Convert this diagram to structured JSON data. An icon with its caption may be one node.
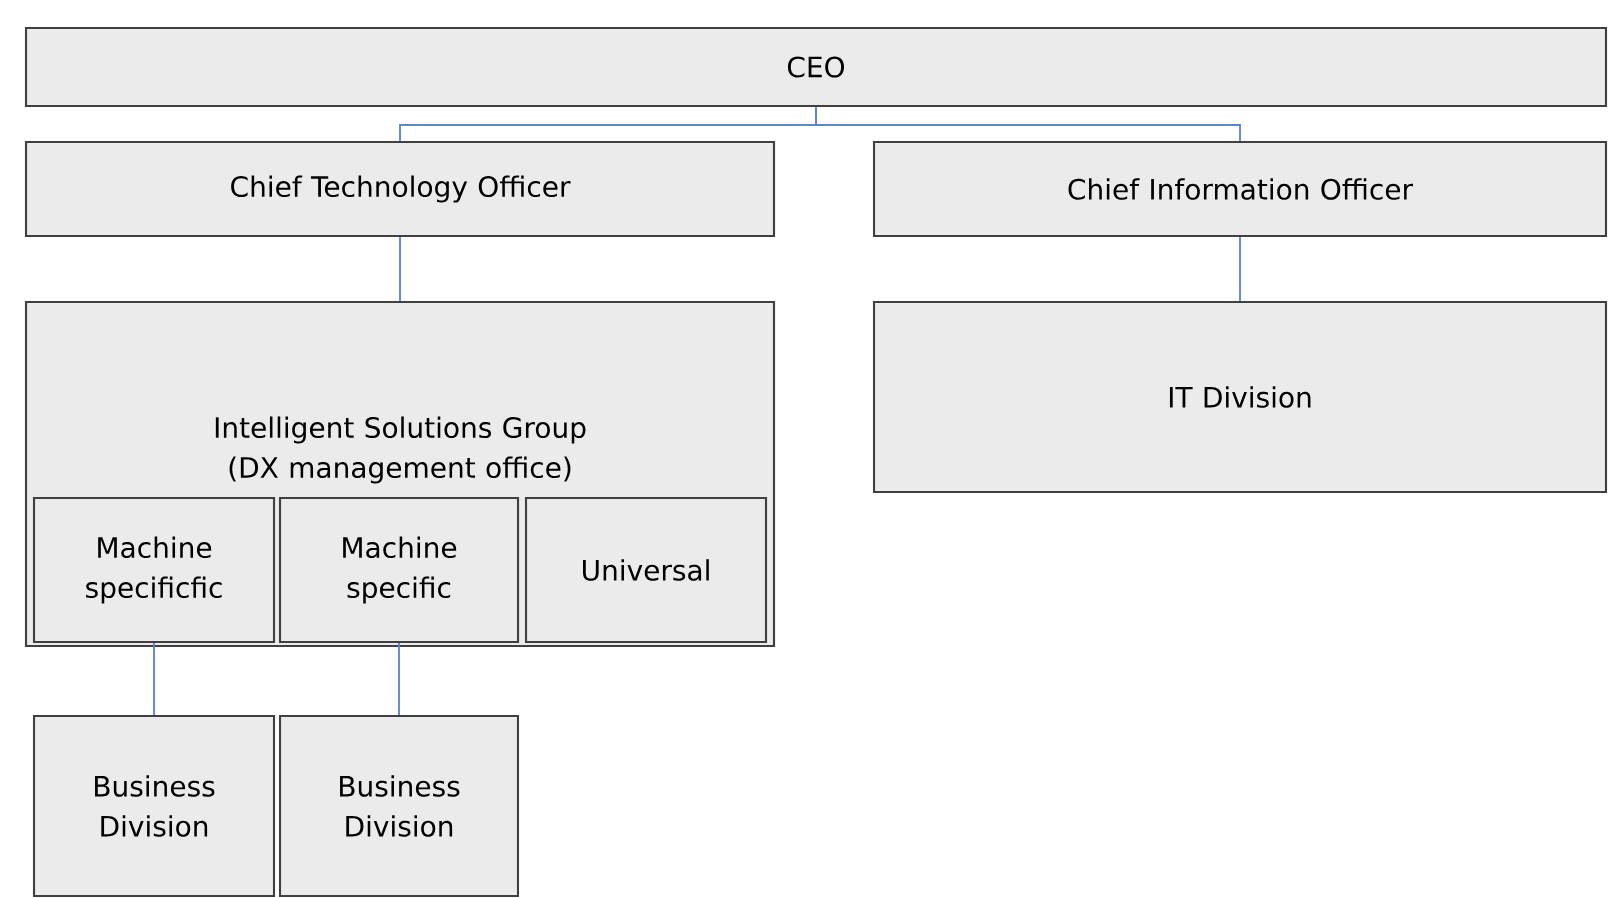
{
  "diagram": {
    "nodes": [
      {
        "text": [
          "CEO"
        ]
      },
      {
        "text": [
          "Chief Technology Officer"
        ]
      },
      {
        "text": [
          "Chief Information Officer"
        ]
      },
      {
        "text": [
          "Intelligent Solutions Group (DX management office)"
        ]
      },
      {
        "text": [
          "Machine specificfic"
        ],
        "in": 3
      },
      {
        "text": [
          "Machine specific"
        ],
        "in": 3
      },
      {
        "text": [
          "Universal"
        ],
        "in": 3
      },
      {
        "text": [
          "IT Division"
        ]
      },
      {
        "text": [
          "Business Division"
        ]
      },
      {
        "text": [
          "Business Division"
        ]
      }
    ],
    "edges": [
      {
        "from": 0,
        "to": 1,
        "arrow": "none"
      },
      {
        "from": 0,
        "to": 2,
        "arrow": "none"
      },
      {
        "from": 1,
        "to": 3,
        "arrow": "none"
      },
      {
        "from": 2,
        "to": 7,
        "arrow": "none"
      },
      {
        "from": 4,
        "to": 8,
        "arrow": "none"
      },
      {
        "from": 5,
        "to": 9,
        "arrow": "none"
      }
    ]
  }
}
